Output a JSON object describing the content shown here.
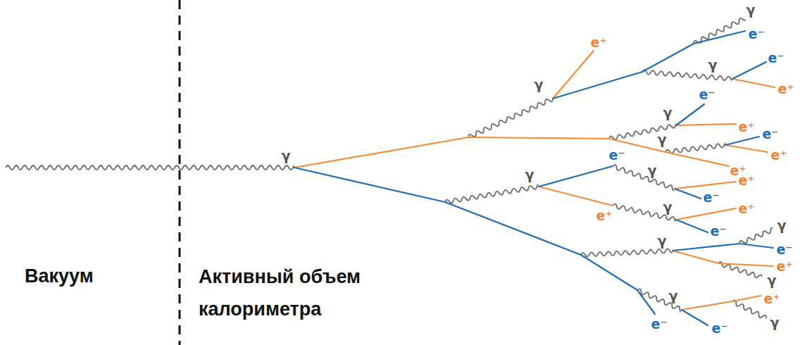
{
  "diagram": {
    "labels": [
      "Вакуум",
      "Активный объем калориметра",
      "γ",
      "γ",
      "e⁻",
      "e⁺",
      "e⁻",
      "γ",
      "γ",
      "e⁺",
      "e⁻",
      "γ",
      "e⁺",
      "e⁻",
      "γ",
      "e⁺",
      "e⁻",
      "e⁺",
      "γ",
      "γ",
      "e⁺",
      "e⁻",
      "e⁺",
      "γ",
      "e⁺",
      "γ",
      "e⁻",
      "γ",
      "e⁻",
      "e⁺",
      "γ",
      "e⁺",
      "γ",
      "γ",
      "e⁻",
      "e⁻"
    ]
  }
}
